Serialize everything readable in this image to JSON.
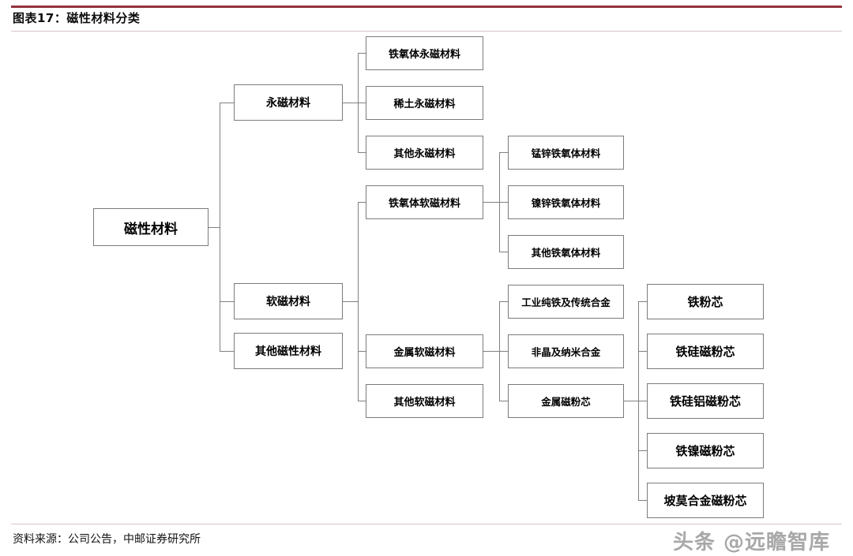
{
  "header": {
    "title": "图表17：磁性材料分类",
    "rule_color": "#93323c"
  },
  "footer": {
    "source": "资料来源：公司公告，中邮证券研究所",
    "watermark": "头条 @远瞻智库"
  },
  "diagram": {
    "type": "tree",
    "orientation": "left-to-right",
    "root": "磁性材料",
    "nodes": {
      "root": "磁性材料",
      "l2": [
        "永磁材料",
        "软磁材料",
        "其他磁性材料"
      ],
      "perm_children": [
        "铁氧体永磁材料",
        "稀土永磁材料",
        "其他永磁材料"
      ],
      "soft_children": [
        "铁氧体软磁材料",
        "金属软磁材料",
        "其他软磁材料"
      ],
      "ferrite_children": [
        "锰锌铁氧体材料",
        "镍锌铁氧体材料",
        "其他铁氧体材料"
      ],
      "metal_children": [
        "工业纯铁及传统合金",
        "非晶及纳米合金",
        "金属磁粉芯"
      ],
      "powder_children": [
        "铁粉芯",
        "铁硅磁粉芯",
        "铁硅铝磁粉芯",
        "铁镍磁粉芯",
        "坡莫合金磁粉芯"
      ]
    },
    "edges": [
      {
        "from": "磁性材料",
        "to": "永磁材料"
      },
      {
        "from": "磁性材料",
        "to": "软磁材料"
      },
      {
        "from": "磁性材料",
        "to": "其他磁性材料"
      },
      {
        "from": "永磁材料",
        "to": "铁氧体永磁材料"
      },
      {
        "from": "永磁材料",
        "to": "稀土永磁材料"
      },
      {
        "from": "永磁材料",
        "to": "其他永磁材料"
      },
      {
        "from": "软磁材料",
        "to": "铁氧体软磁材料"
      },
      {
        "from": "软磁材料",
        "to": "金属软磁材料"
      },
      {
        "from": "软磁材料",
        "to": "其他软磁材料"
      },
      {
        "from": "铁氧体软磁材料",
        "to": "锰锌铁氧体材料"
      },
      {
        "from": "铁氧体软磁材料",
        "to": "镍锌铁氧体材料"
      },
      {
        "from": "铁氧体软磁材料",
        "to": "其他铁氧体材料"
      },
      {
        "from": "金属软磁材料",
        "to": "工业纯铁及传统合金"
      },
      {
        "from": "金属软磁材料",
        "to": "非晶及纳米合金"
      },
      {
        "from": "金属软磁材料",
        "to": "金属磁粉芯"
      },
      {
        "from": "金属磁粉芯",
        "to": "铁粉芯"
      },
      {
        "from": "金属磁粉芯",
        "to": "铁硅磁粉芯"
      },
      {
        "from": "金属磁粉芯",
        "to": "铁硅铝磁粉芯"
      },
      {
        "from": "金属磁粉芯",
        "to": "铁镍磁粉芯"
      },
      {
        "from": "金属磁粉芯",
        "to": "坡莫合金磁粉芯"
      }
    ]
  }
}
